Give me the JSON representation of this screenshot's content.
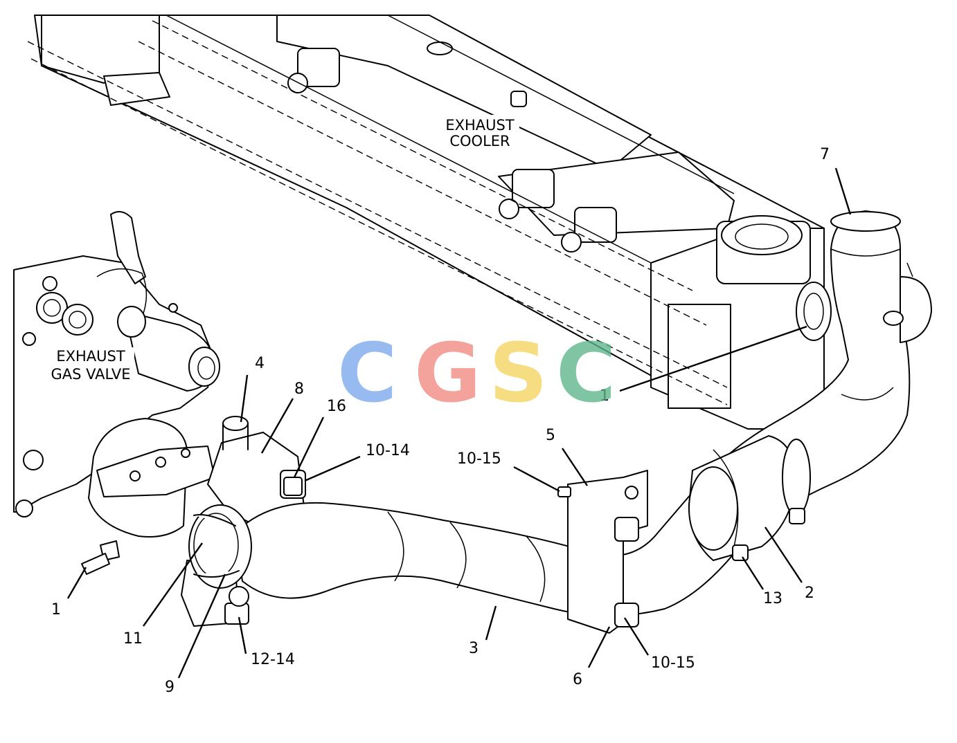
{
  "diagram": {
    "component_labels": {
      "exhaust_cooler": [
        "EXHAUST",
        "COOLER"
      ],
      "exhaust_gas_valve": [
        "EXHAUST",
        "GAS VALVE"
      ]
    },
    "callouts": {
      "c1_right": "1",
      "c1_left": "1",
      "c2": "2",
      "c3": "3",
      "c4": "4",
      "c5": "5",
      "c6": "6",
      "c7": "7",
      "c8": "8",
      "c9": "9",
      "c11": "11",
      "c13": "13",
      "c16": "16",
      "c10_14": "10-14",
      "c10_15_top": "10-15",
      "c10_15_bottom": "10-15",
      "c12_14": "12-14"
    }
  },
  "watermark": {
    "letters": [
      "C",
      "G",
      "S",
      "C"
    ],
    "colors": [
      "#7aa8ee",
      "#f08a80",
      "#f6d45e",
      "#5db58a"
    ]
  }
}
